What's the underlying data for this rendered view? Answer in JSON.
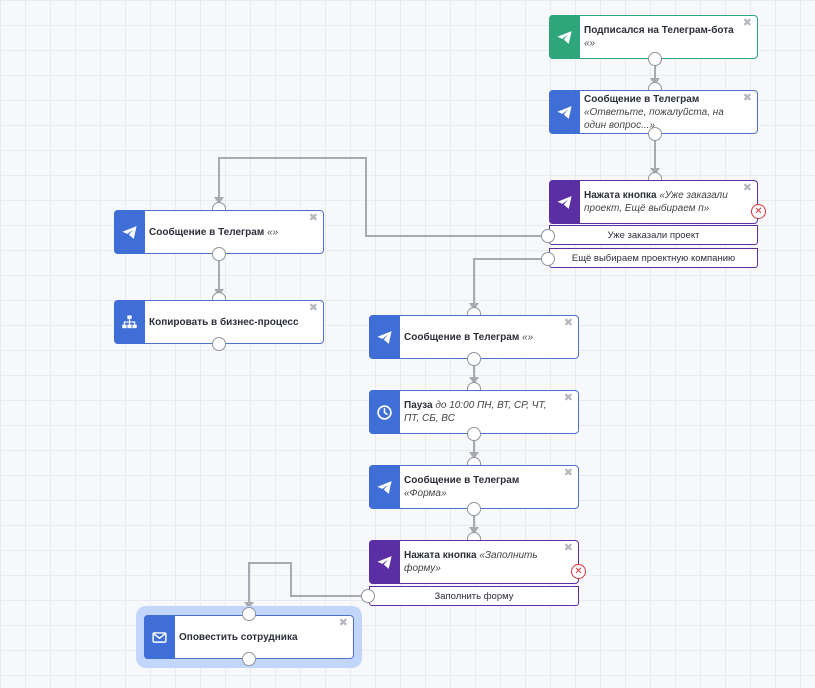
{
  "colors": {
    "telegram": "#3f6fd6",
    "trigger": "#2ea57a",
    "button": "#5b2fa3",
    "delete": "#d7303a",
    "selected": "#c2d6fb"
  },
  "nodes": [
    {
      "id": "subscribed",
      "icon": "telegram-send-icon",
      "title": "Подписался на Телеграм-бота",
      "detail": "«»"
    },
    {
      "id": "msg-answer",
      "icon": "telegram-send-icon",
      "title": "Сообщение в Телеграм",
      "detail": "«Ответьте, пожалуйста, на один вопрос...»"
    },
    {
      "id": "button-project",
      "icon": "telegram-send-icon",
      "title": "Нажата кнопка",
      "detail": "«Уже заказали проект, Ещё выбираем п»"
    },
    {
      "id": "msg-left",
      "icon": "telegram-send-icon",
      "title": "Сообщение в Телеграм",
      "detail": "«»"
    },
    {
      "id": "copy-process",
      "icon": "sitemap-icon",
      "title": "Копировать в бизнес-процесс",
      "detail": ""
    },
    {
      "id": "msg-center",
      "icon": "telegram-send-icon",
      "title": "Сообщение в Телеграм",
      "detail": "«»"
    },
    {
      "id": "pause",
      "icon": "clock-icon",
      "title": "Пауза",
      "detail": "до 10:00 ПН, ВТ, СР, ЧТ, ПТ, СБ, ВС"
    },
    {
      "id": "msg-form",
      "icon": "telegram-send-icon",
      "title": "Сообщение в Телеграм",
      "detail": "«Форма»"
    },
    {
      "id": "button-form",
      "icon": "telegram-send-icon",
      "title": "Нажата кнопка",
      "detail": "«Заполнить форму»"
    },
    {
      "id": "notify",
      "icon": "envelope-icon",
      "title": "Оповестить сотрудника",
      "detail": ""
    }
  ],
  "branches": {
    "already_ordered": "Уже заказали проект",
    "still_choosing": "Ещё выбираем проектную компанию",
    "fill_form": "Заполнить форму"
  },
  "close_glyph": "✖",
  "delete_glyph": "✕"
}
